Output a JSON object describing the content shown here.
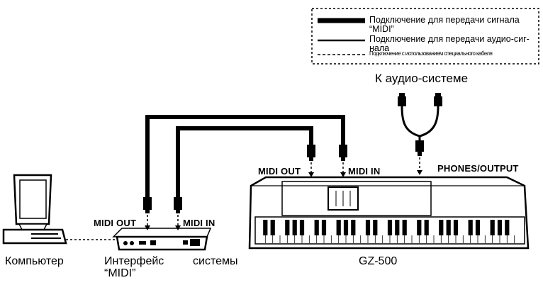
{
  "legend": {
    "midi_line_label": "Подключение для передачи сигнала “MIDI”",
    "audio_line_label": "Подключение для передачи аудио-сиг-нала",
    "special_cable_label": "Подключение с использованием специального кабеля"
  },
  "labels": {
    "audio_system": "К аудио-системе",
    "phones_output": "PHONES/OUTPUT",
    "keyboard_midi_out": "MIDI OUT",
    "keyboard_midi_in": "MIDI IN",
    "interface_midi_out": "MIDI OUT",
    "interface_midi_in": "MIDI IN",
    "computer": "Компьютер",
    "interface_name_line1": "Интерфейс",
    "interface_name_line2": "“MIDI”",
    "interface_name_suffix": "системы",
    "keyboard_model": "GZ-500"
  },
  "colors": {
    "ink": "#000000",
    "paper": "#ffffff",
    "device_fill": "#f2f2f2"
  }
}
